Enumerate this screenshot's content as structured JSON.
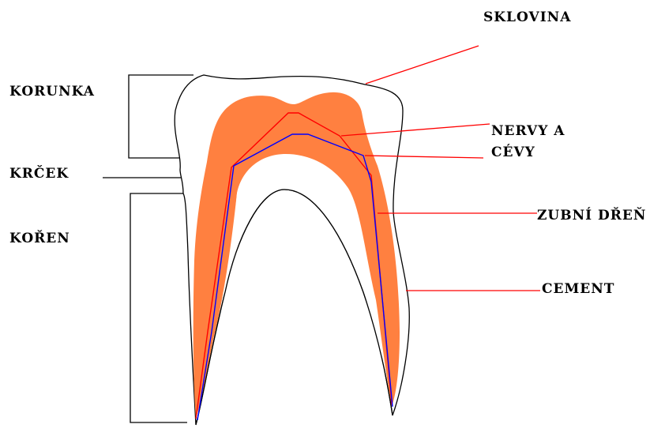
{
  "labels": {
    "sklovina": "SKLOVINA",
    "korunka": "KORUNKA",
    "nervy_line1": "NERVY A",
    "nervy_line2": "CÉVY",
    "krcek": "KRČEK",
    "zubni_dren": "ZUBNÍ DŘEŇ",
    "koren": "KOŘEN",
    "cement": "CEMENT"
  },
  "colors": {
    "pulp": "#ff8040",
    "nerve": "#ff0000",
    "vessel": "#0000ff",
    "pointer": "#ff0000",
    "outline": "#000000",
    "background": "#ffffff"
  }
}
